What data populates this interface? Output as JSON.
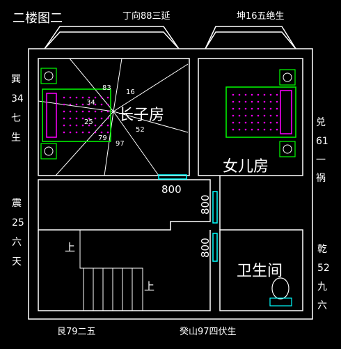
{
  "title": "二楼图二",
  "compass": {
    "top_left": "丁向88三延",
    "top_right": "坤16五绝生",
    "left_upper": [
      "巽",
      "34",
      "七",
      "生"
    ],
    "left_lower": [
      "震",
      "25",
      "六",
      "天"
    ],
    "right_upper": [
      "兑",
      "61",
      "一",
      "祸"
    ],
    "right_lower": [
      "乾",
      "52",
      "九",
      "六"
    ],
    "bottom_left": "艮79二五",
    "bottom_center": "癸山97四伏生"
  },
  "rooms": {
    "master_bedroom": "长子房",
    "daughter_room": "女儿房",
    "bathroom": "卫生间"
  },
  "door_widths": {
    "master_door": "800",
    "hall_door": "800",
    "bath_door": "800"
  },
  "stairs": {
    "up_label_1": "上",
    "up_label_2": "上"
  },
  "ray_labels": [
    "83",
    "16",
    "34",
    "25",
    "52",
    "79",
    "97"
  ],
  "colors": {
    "background": "#000000",
    "walls": "#ffffff",
    "bed_outline": "#00ff00",
    "bed_pattern": "#ff00ff",
    "door": "#00ffff",
    "rays": "#ffffff"
  }
}
